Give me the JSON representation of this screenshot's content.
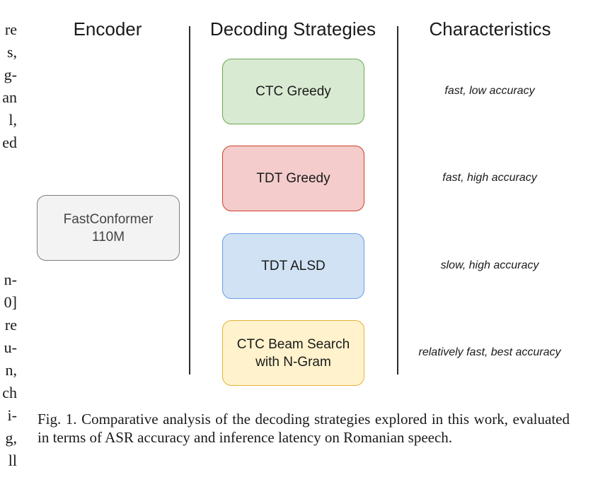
{
  "margin_fragments": {
    "top": [
      "re",
      "s,",
      "g-",
      "an",
      "l,",
      "ed"
    ],
    "bottom": [
      "n-",
      "0]",
      "re",
      "u-",
      "n,",
      "ch",
      "i-",
      "g,",
      "ll"
    ]
  },
  "headers": {
    "encoder": "Encoder",
    "decoding": "Decoding Strategies",
    "characteristics": "Characteristics"
  },
  "encoder_box": "FastConformer\n110M",
  "strategies": [
    {
      "label": "CTC Greedy",
      "characteristic": "fast, low accuracy",
      "fill": "#d9ead3",
      "border": "#6aa84f"
    },
    {
      "label": "TDT Greedy",
      "characteristic": "fast, high accuracy",
      "fill": "#f4cccc",
      "border": "#cc4125"
    },
    {
      "label": "TDT ALSD",
      "characteristic": "slow, high accuracy",
      "fill": "#d0e2f3",
      "border": "#6d9eeb"
    },
    {
      "label": "CTC Beam Search\nwith N-Gram",
      "characteristic": "relatively fast, best accuracy",
      "fill": "#fff2cc",
      "border": "#e6b33a"
    }
  ],
  "encoder_fill": "#f3f3f3",
  "encoder_border": "#7f7f7f",
  "caption": "Fig. 1.  Comparative analysis of the decoding strategies explored in this work, evaluated in terms of ASR accuracy and inference latency on Romanian speech."
}
